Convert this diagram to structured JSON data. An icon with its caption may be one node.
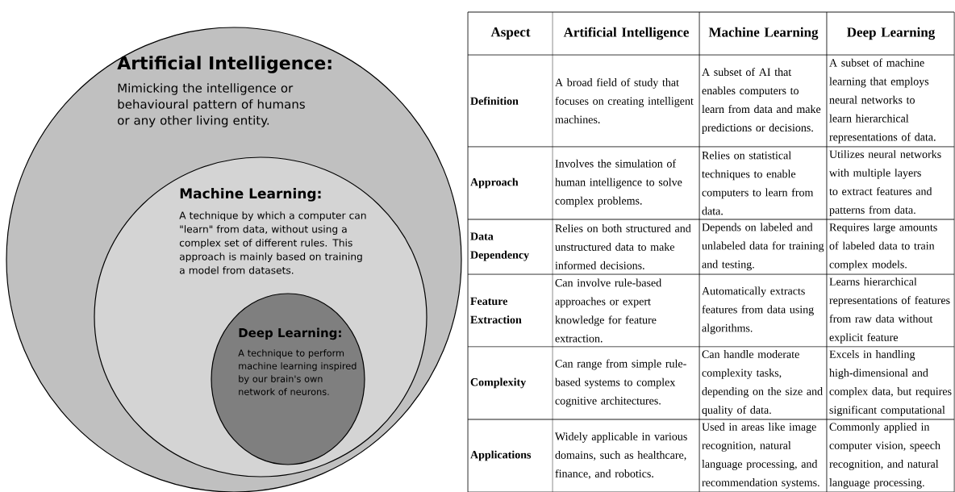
{
  "diagram": {
    "nodes": [
      {
        "text": [
          "Artificial Intelligence:",
          "Mimicking the intelligence or behavioural pattern of humans or any other living entity."
        ]
      },
      {
        "text": [
          "Machine Learning:",
          "A technique by which a computer can \"learn\" from data, without using a complex set of different rules. This approach is mainly based on training a model from datasets."
        ],
        "in": 0
      },
      {
        "text": [
          "Deep Learning:",
          "A technique to perform machine learning inspired by our brain's own network of neurons."
        ],
        "in": 1
      }
    ],
    "labels": [
      "Aspect",
      "Artificial Intelligence",
      "Machine Learning",
      "Deep Learning",
      "Definition",
      "A broad field of study that focuses on creating intelligent machines.",
      "A subset of AI that enables computers to learn from data and make predictions or decisions.",
      "A subset of machine learning that employs neural networks to learn hierarchical representations of data.",
      "Approach",
      "Involves the simulation of human intelligence to solve complex problems.",
      "Relies on statistical techniques to enable computers to learn from data.",
      "Utilizes neural networks with multiple layers to extract features and patterns from data.",
      "Data Dependency",
      "Relies on both structured and unstructured data to make informed decisions.",
      "Depends on labeled and unlabeled data for training and testing.",
      "Requires large amounts of labeled data to train complex models.",
      "Feature Extraction",
      "Can involve rule-based approaches or expert knowledge for feature extraction.",
      "Automatically extracts features from data using algorithms.",
      "Learns hierarchical representations of features from raw data without explicit feature",
      "Complexity",
      "Can range from simple rule-based systems to complex cognitive architectures.",
      "Can handle moderate complexity tasks, depending on the size and quality of data.",
      "Excels in handling high-dimensional and complex data, but requires significant computational",
      "Applications",
      "Widely applicable in various domains, such as healthcare, finance, and robotics.",
      "Used in areas like image recognition, natural language processing, and recommendation systems.",
      "Commonly applied in computer vision, speech recognition, and natural language processing."
    ]
  }
}
